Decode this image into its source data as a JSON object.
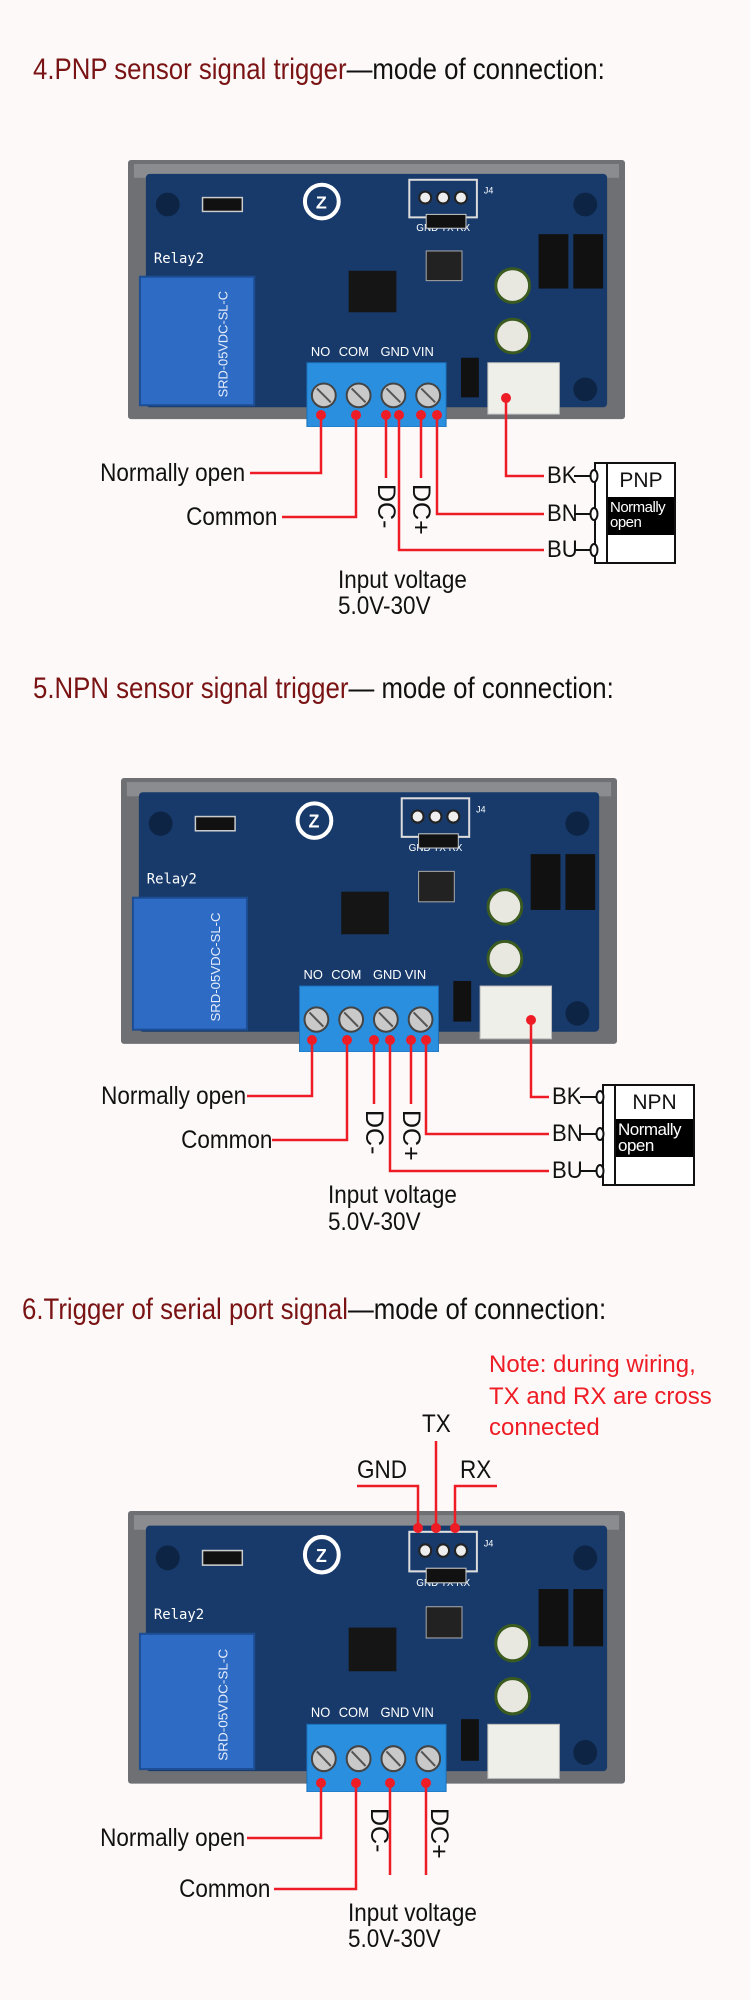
{
  "sections": [
    {
      "heading_red": "4.PNP sensor signal trigger",
      "heading_black": "—mode of connection:",
      "labels": {
        "normally_open": "Normally open",
        "common": "Common",
        "dc_minus": "DC-",
        "dc_plus": "DC+",
        "input_voltage": "Input voltage",
        "voltage_range": "5.0V-30V"
      },
      "sensor": {
        "type": "PNP",
        "state": "Normally open",
        "wires": [
          "BK",
          "BN",
          "BU"
        ]
      }
    },
    {
      "heading_red": "5.NPN sensor signal trigger",
      "heading_black": "— mode of connection:",
      "labels": {
        "normally_open": "Normally open",
        "common": "Common",
        "dc_minus": "DC-",
        "dc_plus": "DC+",
        "input_voltage": "Input voltage",
        "voltage_range": "5.0V-30V"
      },
      "sensor": {
        "type": "NPN",
        "state": "Normally open",
        "wires": [
          "BK",
          "BN",
          "BU"
        ]
      }
    },
    {
      "heading_red": "6.Trigger of serial port signal",
      "heading_black": "—mode of connection:",
      "labels": {
        "normally_open": "Normally open",
        "common": "Common",
        "dc_minus": "DC-",
        "dc_plus": "DC+",
        "input_voltage": "Input voltage",
        "voltage_range": "5.0V-30V"
      },
      "serial": {
        "gnd": "GND",
        "tx": "TX",
        "rx": "RX"
      },
      "note": [
        "Note: during wiring,",
        "TX and RX are cross",
        "connected"
      ]
    }
  ],
  "board": {
    "relay_label": "Relay2",
    "relay_model": "SRD-05VDC-SL-C",
    "terminals": [
      "NO",
      "COM",
      "GND",
      "VIN"
    ],
    "header_ref": "J4",
    "header_pins": "GND TX RX"
  },
  "colors": {
    "heading_red": "#7a1414",
    "wire_red": "#ee1c25",
    "pcb_blue": "#173a6b",
    "case_gray": "#6e7073",
    "relay_blue": "#2e6bc4",
    "terminal_blue": "#2b8fe0"
  }
}
